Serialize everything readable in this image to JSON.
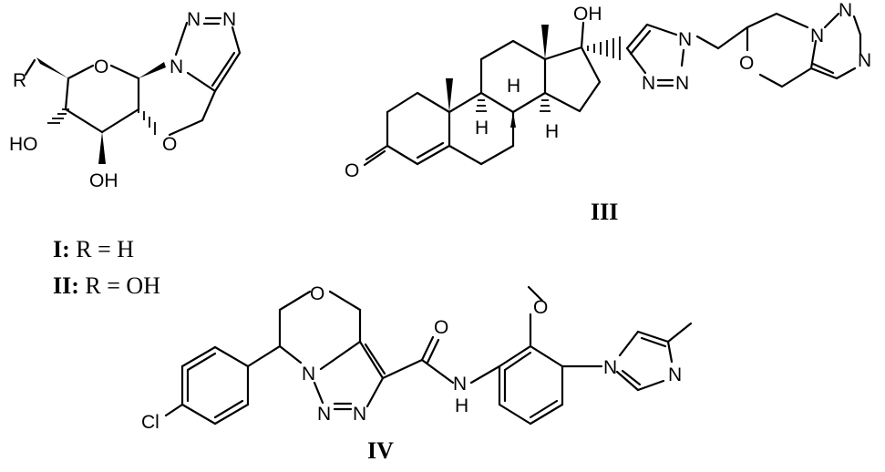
{
  "figure": {
    "compound_labels": {
      "I": "I",
      "II": "II",
      "III": "III",
      "IV": "IV"
    },
    "definitions": {
      "I": {
        "bold": "I:",
        "text": " R = H"
      },
      "II": {
        "bold": "II:",
        "text": " R = OH"
      }
    },
    "atoms": {
      "I": {
        "R": "R",
        "O_ring": "O",
        "N1": "N",
        "N2": "N",
        "N3": "N",
        "O_ox": "O",
        "HO": "HO",
        "OH": "OH"
      },
      "III": {
        "OH": "OH",
        "O_ket": "O",
        "H1": "H",
        "H2": "H",
        "H3": "H",
        "N_a1": "N",
        "N_a2": "N",
        "N_a3": "N",
        "O_ox": "O",
        "N_b1": "N",
        "N_b2": "N",
        "N_b3": "N"
      },
      "IV": {
        "O_top": "O",
        "O_amide": "O",
        "O_meo": "O",
        "N_tri1": "N",
        "N_tri2": "N",
        "N_tri3": "N",
        "NH_N": "N",
        "NH_H": "H",
        "Cl": "Cl",
        "N_im1": "N",
        "N_im2": "N"
      }
    }
  }
}
